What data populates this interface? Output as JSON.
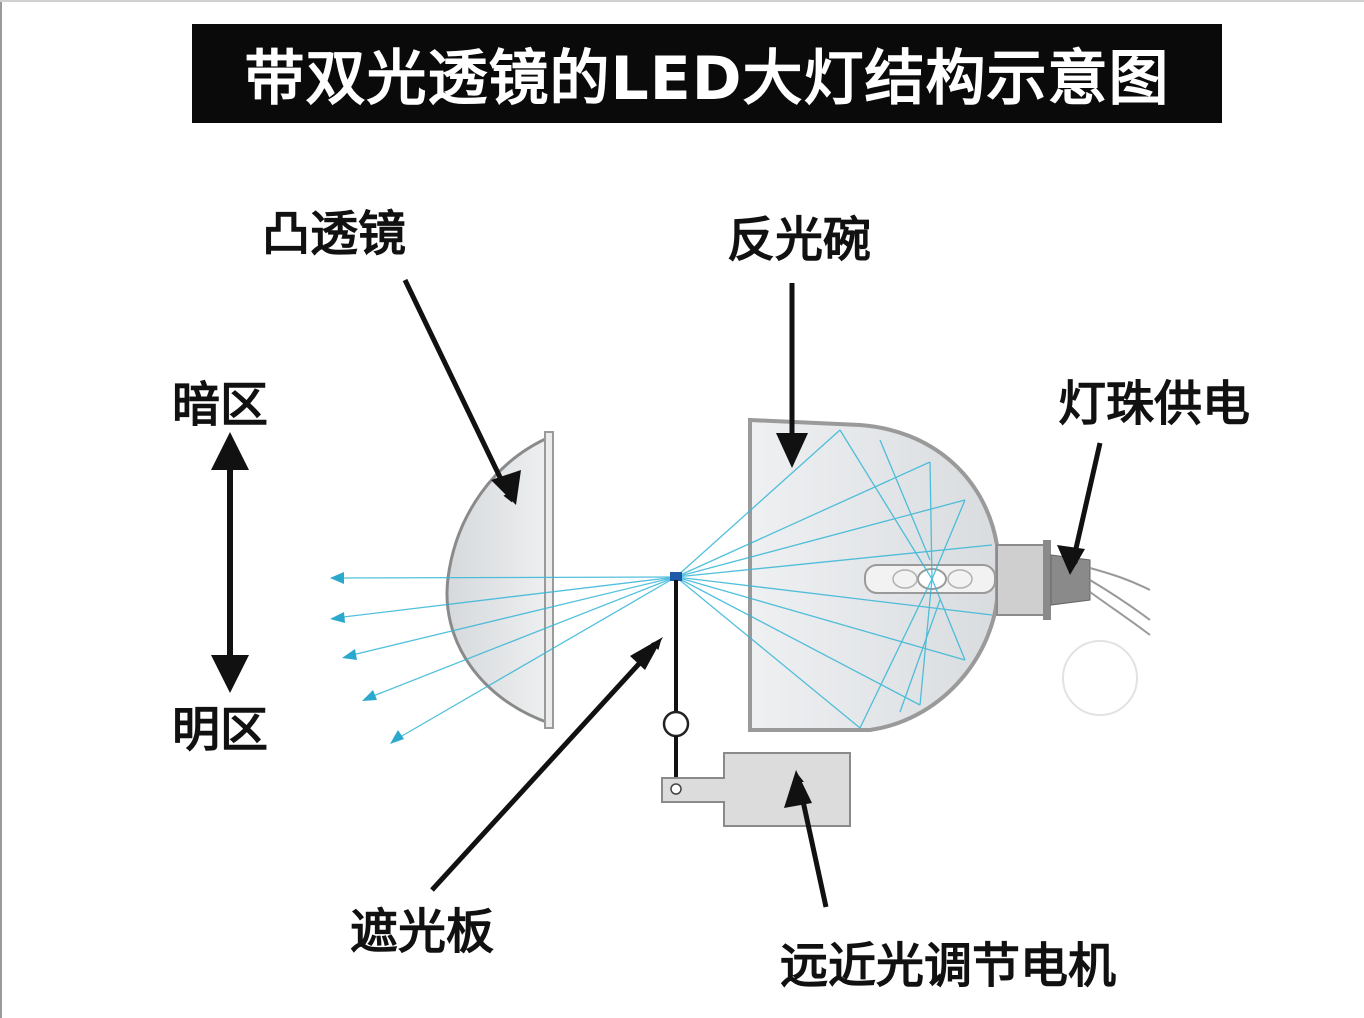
{
  "title": "带双光透镜的LED大灯结构示意图",
  "labels": {
    "convex_lens": "凸透镜",
    "reflector_bowl": "反光碗",
    "dark_zone": "暗区",
    "bright_zone": "明区",
    "led_power": "灯珠供电",
    "shade_plate": "遮光板",
    "beam_motor": "远近光调节电机"
  },
  "colors": {
    "title_bg": "#0a0a0a",
    "title_fg": "#ffffff",
    "ray": "#35b6d6",
    "arrow": "#111111",
    "lens_fill": "#e4e6e8",
    "outline": "#8c8c8c",
    "motor_fill": "#dcdcdc"
  },
  "icons": {
    "light_source": "led-chip-icon",
    "bulb": "bulb-icon",
    "socket": "socket-icon"
  }
}
